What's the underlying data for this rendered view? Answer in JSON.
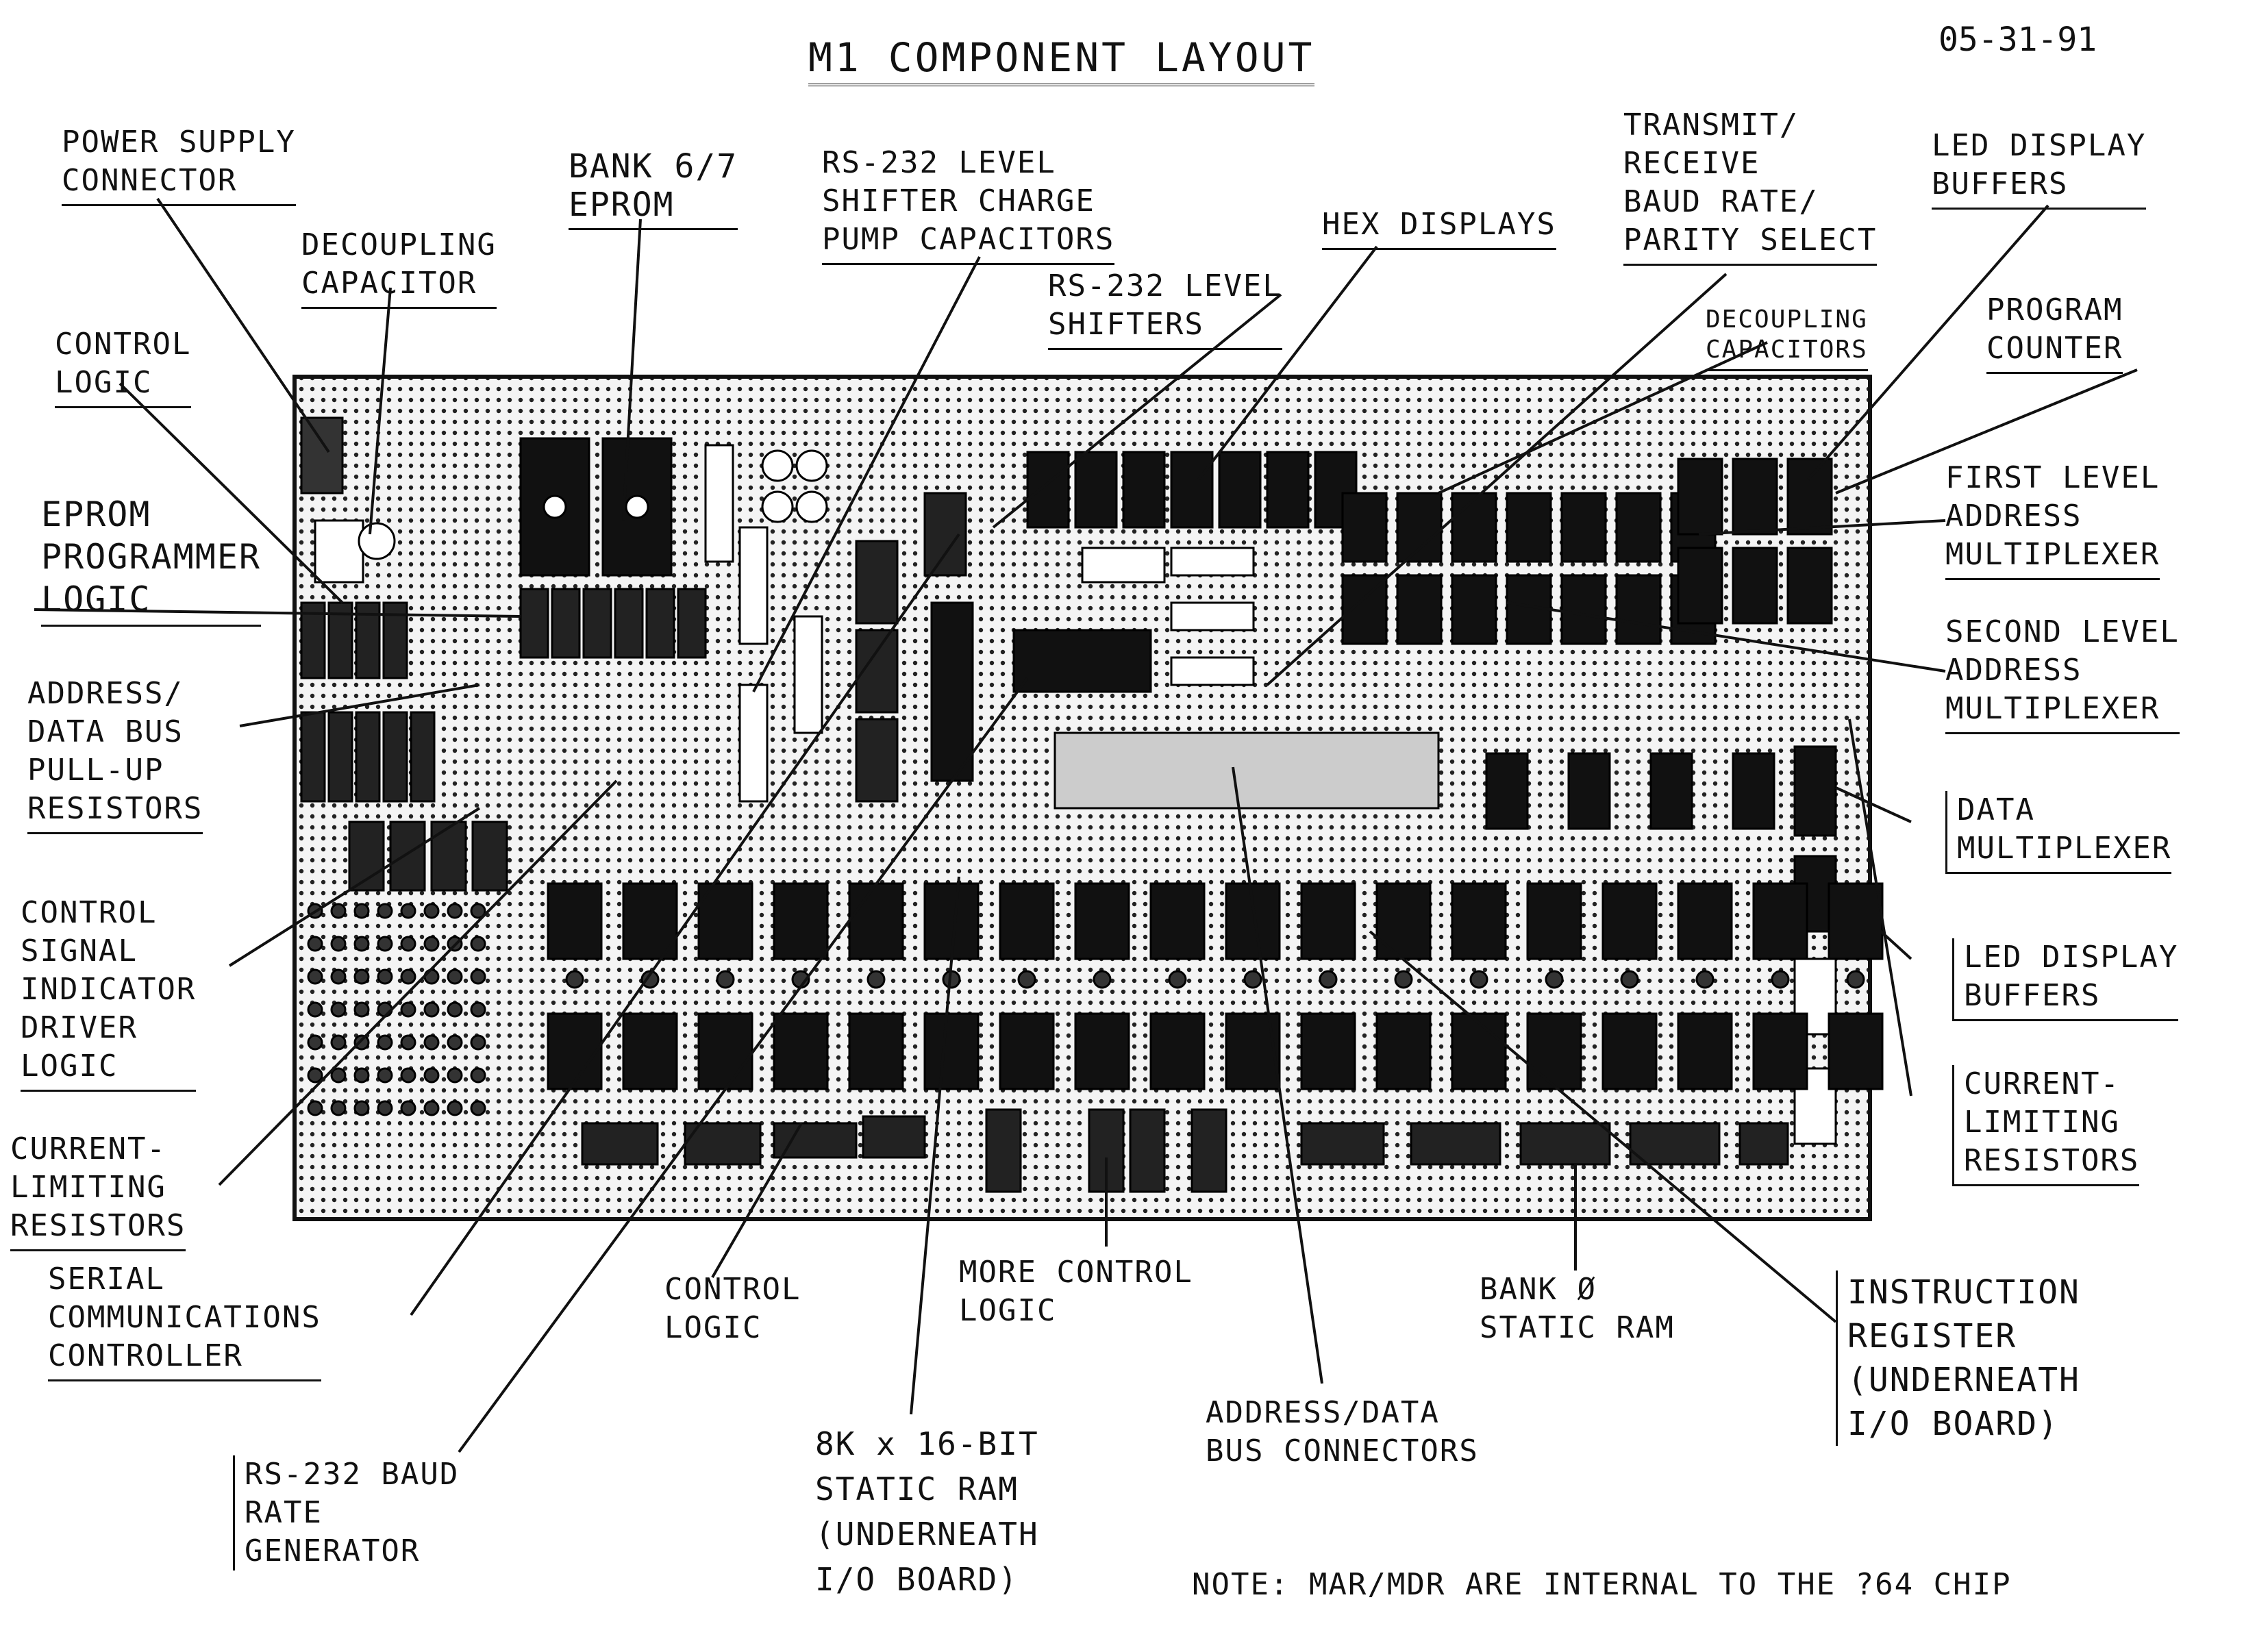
{
  "title": "M1 COMPONENT LAYOUT",
  "date": "05-31-91",
  "note": "NOTE: MAR/MDR ARE INTERNAL TO THE  ?64 CHIP",
  "labels": {
    "power_supply_connector": [
      "POWER SUPPLY",
      "CONNECTOR"
    ],
    "decoupling_capacitor": [
      "DECOUPLING",
      "CAPACITOR"
    ],
    "control_logic_top": [
      "CONTROL",
      "LOGIC"
    ],
    "eprom_programmer_logic": [
      "EPROM",
      "PROGRAMMER",
      "LOGIC"
    ],
    "address_data_pullup": [
      "ADDRESS/",
      "DATA BUS",
      "PULL-UP",
      "RESISTORS"
    ],
    "control_signal_indicator": [
      "CONTROL",
      "SIGNAL",
      "INDICATOR",
      "DRIVER",
      "LOGIC"
    ],
    "current_limiting_left": [
      "CURRENT-",
      "LIMITING",
      "RESISTORS"
    ],
    "serial_comm_controller": [
      "SERIAL",
      "COMMUNICATIONS",
      "CONTROLLER"
    ],
    "rs232_baud_rate_gen": [
      "RS-232 BAUD",
      "RATE",
      "GENERATOR"
    ],
    "bank67_eprom": [
      "BANK 6/7",
      "EPROM"
    ],
    "rs232_charge_pump": [
      "RS-232 LEVEL",
      "SHIFTER CHARGE",
      "PUMP CAPACITORS"
    ],
    "rs232_level_shifters": [
      "RS-232 LEVEL",
      "SHIFTERS"
    ],
    "hex_displays": [
      "HEX DISPLAYS"
    ],
    "transmit_receive": [
      "TRANSMIT/",
      "RECEIVE",
      "BAUD RATE/",
      "PARITY SELECT"
    ],
    "decoupling_capacitors": [
      "DECOUPLING",
      "CAPACITORS"
    ],
    "led_display_buffers_top": [
      "LED DISPLAY",
      "BUFFERS"
    ],
    "program_counter": [
      "PROGRAM",
      "COUNTER"
    ],
    "first_level_mux": [
      "FIRST LEVEL",
      "ADDRESS",
      "MULTIPLEXER"
    ],
    "second_level_mux": [
      "SECOND LEVEL",
      "ADDRESS",
      "MULTIPLEXER"
    ],
    "data_multiplexer": [
      "DATA",
      "MULTIPLEXER"
    ],
    "led_display_buffers_right": [
      "LED DISPLAY",
      "BUFFERS"
    ],
    "current_limiting_right": [
      "CURRENT-",
      "LIMITING",
      "RESISTORS"
    ],
    "instruction_register": [
      "INSTRUCTION",
      "REGISTER",
      "(UNDERNEATH",
      "I/O BOARD)"
    ],
    "control_logic_bottom": [
      "CONTROL",
      "LOGIC"
    ],
    "more_control_logic": [
      "MORE CONTROL",
      "LOGIC"
    ],
    "bank0_static_ram": [
      "BANK Ø",
      "STATIC RAM"
    ],
    "address_data_bus_connectors": [
      "ADDRESS/DATA",
      "BUS CONNECTORS"
    ],
    "static_ram_8k": [
      "8K x 16-BIT",
      "STATIC RAM",
      "(UNDERNEATH",
      "I/O BOARD)"
    ]
  }
}
